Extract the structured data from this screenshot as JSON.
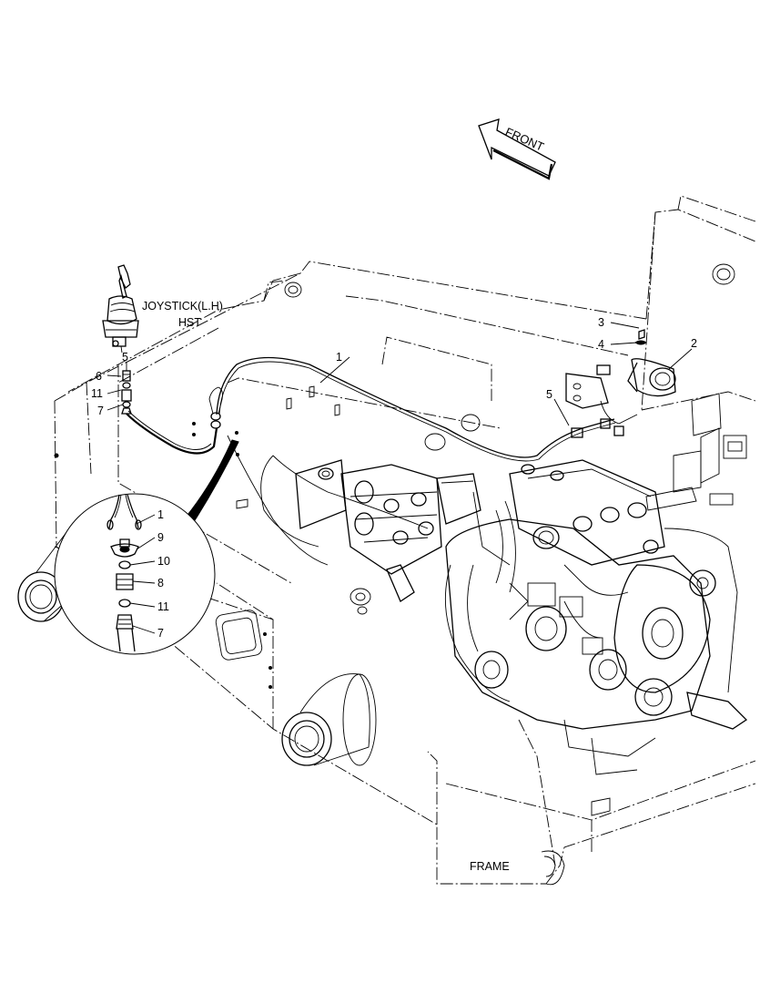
{
  "direction_label": "FRONT",
  "joystick": {
    "title": "JOYSTICK(L.H)",
    "subtitle": "HST"
  },
  "frame_label": "FRAME",
  "callouts": {
    "c1_harness": "1",
    "c2_pressure_switch": "2",
    "c3_bolt": "3",
    "c4_washer": "4",
    "c5_right": "5",
    "c5_left": "5",
    "c6": "6",
    "c11_left": "11",
    "c7_left": "7"
  },
  "detail_callouts": [
    "1",
    "9",
    "10",
    "8",
    "11",
    "7"
  ]
}
